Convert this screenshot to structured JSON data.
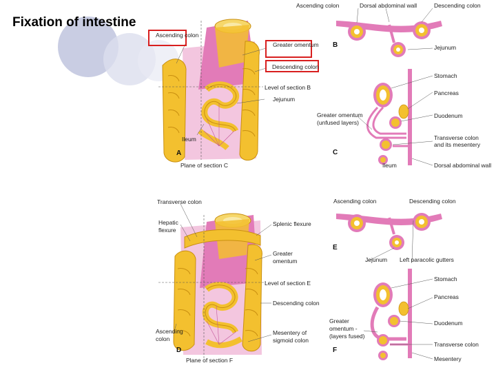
{
  "slide": {
    "title": "Fixation of intestine",
    "accent_colors": {
      "circles": "#c9cde3",
      "intestine_yellow": "#f3c02f",
      "intestine_pink": "#e27bb8",
      "mesentery_pink": "#e792c6",
      "highlight_box": "#d81e1e"
    }
  },
  "figure": {
    "panels": {
      "A": "A",
      "B": "B",
      "C": "C",
      "D": "D",
      "E": "E",
      "F": "F"
    },
    "labels": {
      "a_ascending_colon": "Ascending colon",
      "a_greater_omentum": "Greater omentum",
      "a_descending_colon": "Descending colon",
      "a_level_section_b": "Level of section B",
      "a_jejunum": "Jejunum",
      "a_ileum": "Ileum",
      "a_plane_section_c": "Plane of section C",
      "b_ascending_colon": "Ascending colon",
      "b_dorsal_wall": "Dorsal abdominal wall",
      "b_descending_colon": "Descending colon",
      "b_jejunum": "Jejunum",
      "c_stomach": "Stomach",
      "c_pancreas": "Pancreas",
      "c_greater_omentum_1": "Greater omentum",
      "c_greater_omentum_2": "(unfused layers)",
      "c_duodenum": "Duodenum",
      "c_transverse_1": "Transverse colon",
      "c_transverse_2": "and its mesentery",
      "c_ileum": "Ileum",
      "c_dorsal_wall": "Dorsal abdominal wall",
      "d_transverse_colon": "Transverse colon",
      "d_hepatic_1": "Hepatic",
      "d_hepatic_2": "flexure",
      "d_splenic_flexure": "Splenic flexure",
      "d_greater_1": "Greater",
      "d_greater_2": "omentum",
      "d_level_section_e": "Level of section E",
      "d_descending_colon": "Descending colon",
      "d_ascending_1": "Ascending",
      "d_ascending_2": "colon",
      "d_mesentery_1": "Mesentery of",
      "d_mesentery_2": "sigmoid colon",
      "d_plane_section_f": "Plane of section F",
      "e_ascending_colon": "Ascending colon",
      "e_descending_colon": "Descending colon",
      "e_jejunum": "Jejunum",
      "e_paracolic": "Left paracolic gutters",
      "f_stomach": "Stomach",
      "f_pancreas": "Pancreas",
      "f_greater_1": "Greater",
      "f_greater_2": "omentum -",
      "f_greater_3": "(layers fused)",
      "f_duodenum": "Duodenum",
      "f_transverse_colon": "Transverse colon",
      "f_mesentery": "Mesentery"
    }
  }
}
